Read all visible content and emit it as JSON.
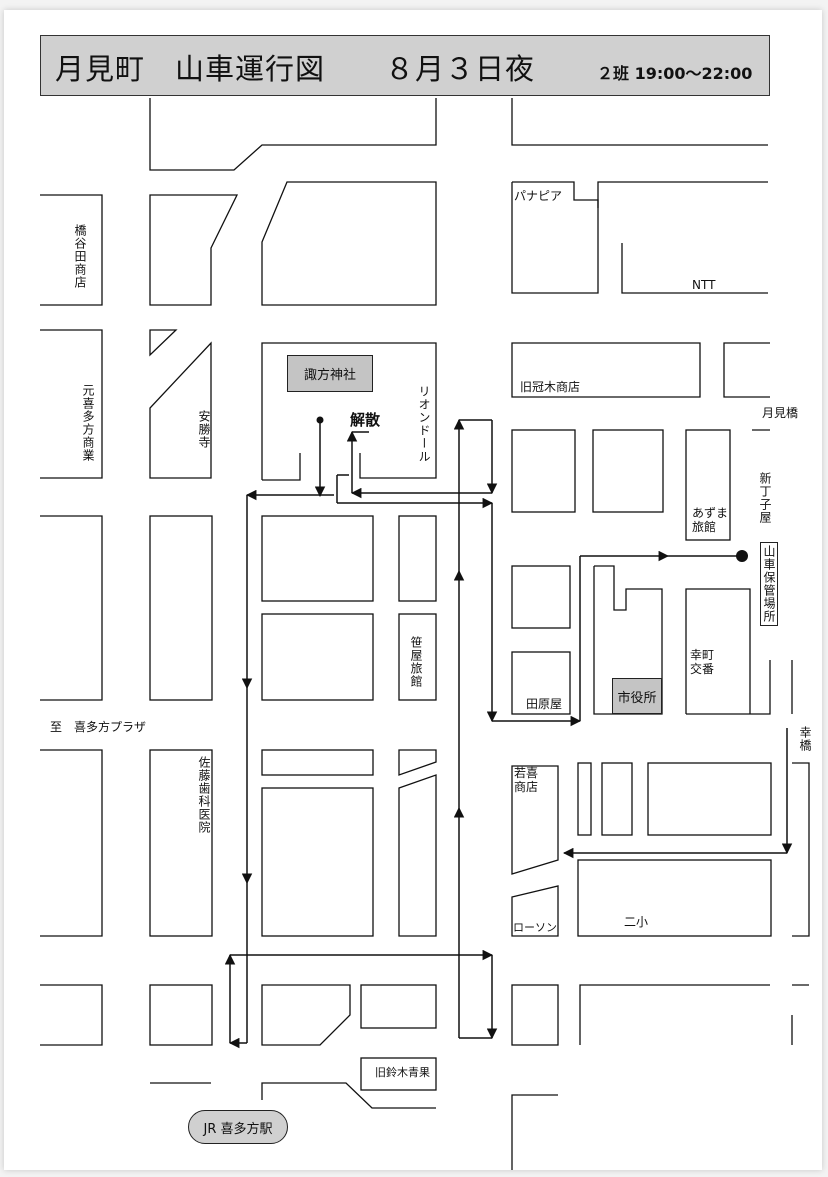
{
  "title": {
    "main": "月見町　山車運行図　　８月３日夜",
    "sub": "２班 19:00～22:00"
  },
  "labels": {
    "hashiyada": "橋谷田商店",
    "motokita": "元喜多方商業",
    "anshoji": "安勝寺",
    "suwa": "諏方神社",
    "riondor": "リオンドール",
    "kaisan": "解散",
    "panapia": "パナピア",
    "ntt": "NTT",
    "kyukanmuri": "旧冠木商店",
    "tsukimibashi": "月見橋",
    "shinchoji": "新丁子屋",
    "azuma": "あずま旅館",
    "dashi_hokan": "山車保管場所",
    "saiwai_koban": "幸町交番",
    "shiyakusho": "市役所",
    "tawaraya": "田原屋",
    "sasaya": "笹屋旅館",
    "to_plaza": "至　喜多方プラザ",
    "sato": "佐藤歯科医院",
    "wakaki": "若喜商店",
    "saiwaibashi": "幸橋",
    "lawson": "ローソン",
    "nisho": "二小",
    "kyusuzuki": "旧鈴木青果",
    "station": "JR 喜多方駅"
  },
  "colors": {
    "line": "#111111",
    "title_bg": "#d0d0d0",
    "landmark_bg": "#c4c4c4"
  }
}
